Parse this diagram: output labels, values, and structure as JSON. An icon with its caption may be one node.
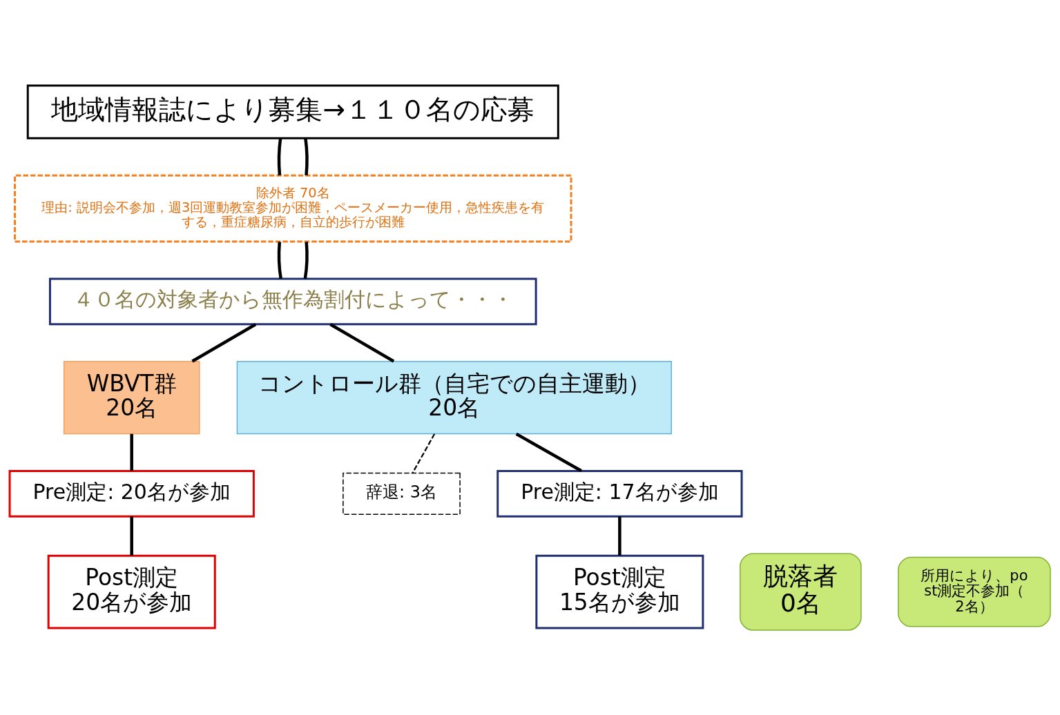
{
  "diagram": {
    "nodes": [
      {
        "text": [
          "地域情報誌により募集→１１０名の応募"
        ]
      },
      {
        "text": [
          "除外者 70名",
          "理由: 説明会不参加，週3回運動教室参加が困難，ペースメーカー使用，急性疾患を有する，重症糖尿病，自立的歩行が困難"
        ]
      },
      {
        "text": [
          "４０名の対象者から無作為割付によって・・・"
        ]
      },
      {
        "text": [
          "WBVT群",
          "20名"
        ]
      },
      {
        "text": [
          "コントロール群（自宅での自主運動）",
          "20名"
        ]
      },
      {
        "text": [
          "辞退: 3名"
        ]
      },
      {
        "text": [
          "Pre測定: 20名が参加"
        ]
      },
      {
        "text": [
          "Pre測定: 17名が参加"
        ]
      },
      {
        "text": [
          "脱落者",
          "0名"
        ]
      },
      {
        "text": [
          "Post測定",
          "20名が参加"
        ]
      },
      {
        "text": [
          "Post測定",
          "15名が参加"
        ]
      },
      {
        "text": [
          "所用により、post測定不参加（2名）"
        ]
      }
    ],
    "edges": [
      {
        "from": 0,
        "to": 1,
        "arrow": "none"
      },
      {
        "from": 0,
        "to": 1,
        "arrow": "none"
      },
      {
        "from": 1,
        "to": 2,
        "arrow": "none"
      },
      {
        "from": 1,
        "to": 2,
        "arrow": "none"
      },
      {
        "from": 2,
        "to": 3,
        "arrow": "none"
      },
      {
        "from": 2,
        "to": 4,
        "arrow": "none"
      },
      {
        "from": 3,
        "to": 6,
        "arrow": "none"
      },
      {
        "from": 4,
        "to": 7,
        "arrow": "none"
      },
      {
        "from": 4,
        "to": 5,
        "arrow": "none",
        "style": "dashed"
      },
      {
        "from": 6,
        "to": 9,
        "arrow": "none"
      },
      {
        "from": 7,
        "to": 10,
        "arrow": "none"
      }
    ]
  }
}
